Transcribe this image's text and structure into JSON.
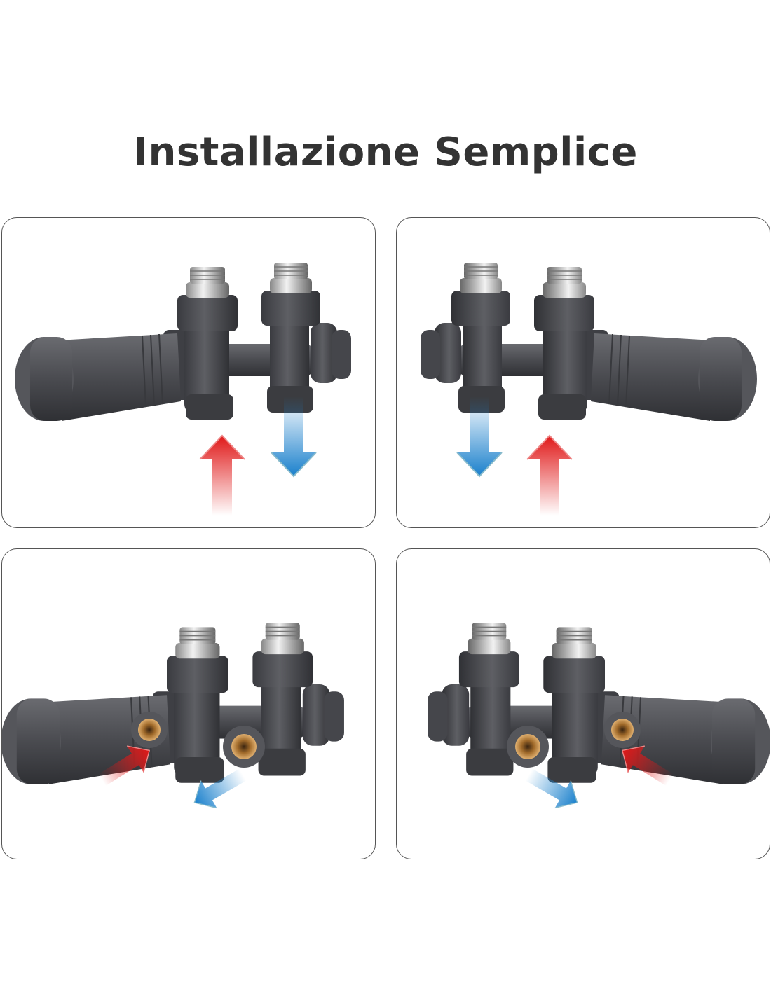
{
  "title": "Installazione Semplice",
  "colors": {
    "hot": "#e02020",
    "cold": "#1e88d0",
    "valve": "#4a4b50",
    "border": "#555555"
  },
  "panels": [
    {
      "view": "front",
      "thermostat_side": "left",
      "arrows": [
        "hot-up",
        "cold-down"
      ]
    },
    {
      "view": "front",
      "thermostat_side": "right",
      "arrows": [
        "cold-down",
        "hot-up"
      ]
    },
    {
      "view": "angled",
      "thermostat_side": "left",
      "arrows": [
        "hot-in",
        "cold-out"
      ]
    },
    {
      "view": "angled",
      "thermostat_side": "right",
      "arrows": [
        "cold-out",
        "hot-in"
      ]
    }
  ]
}
